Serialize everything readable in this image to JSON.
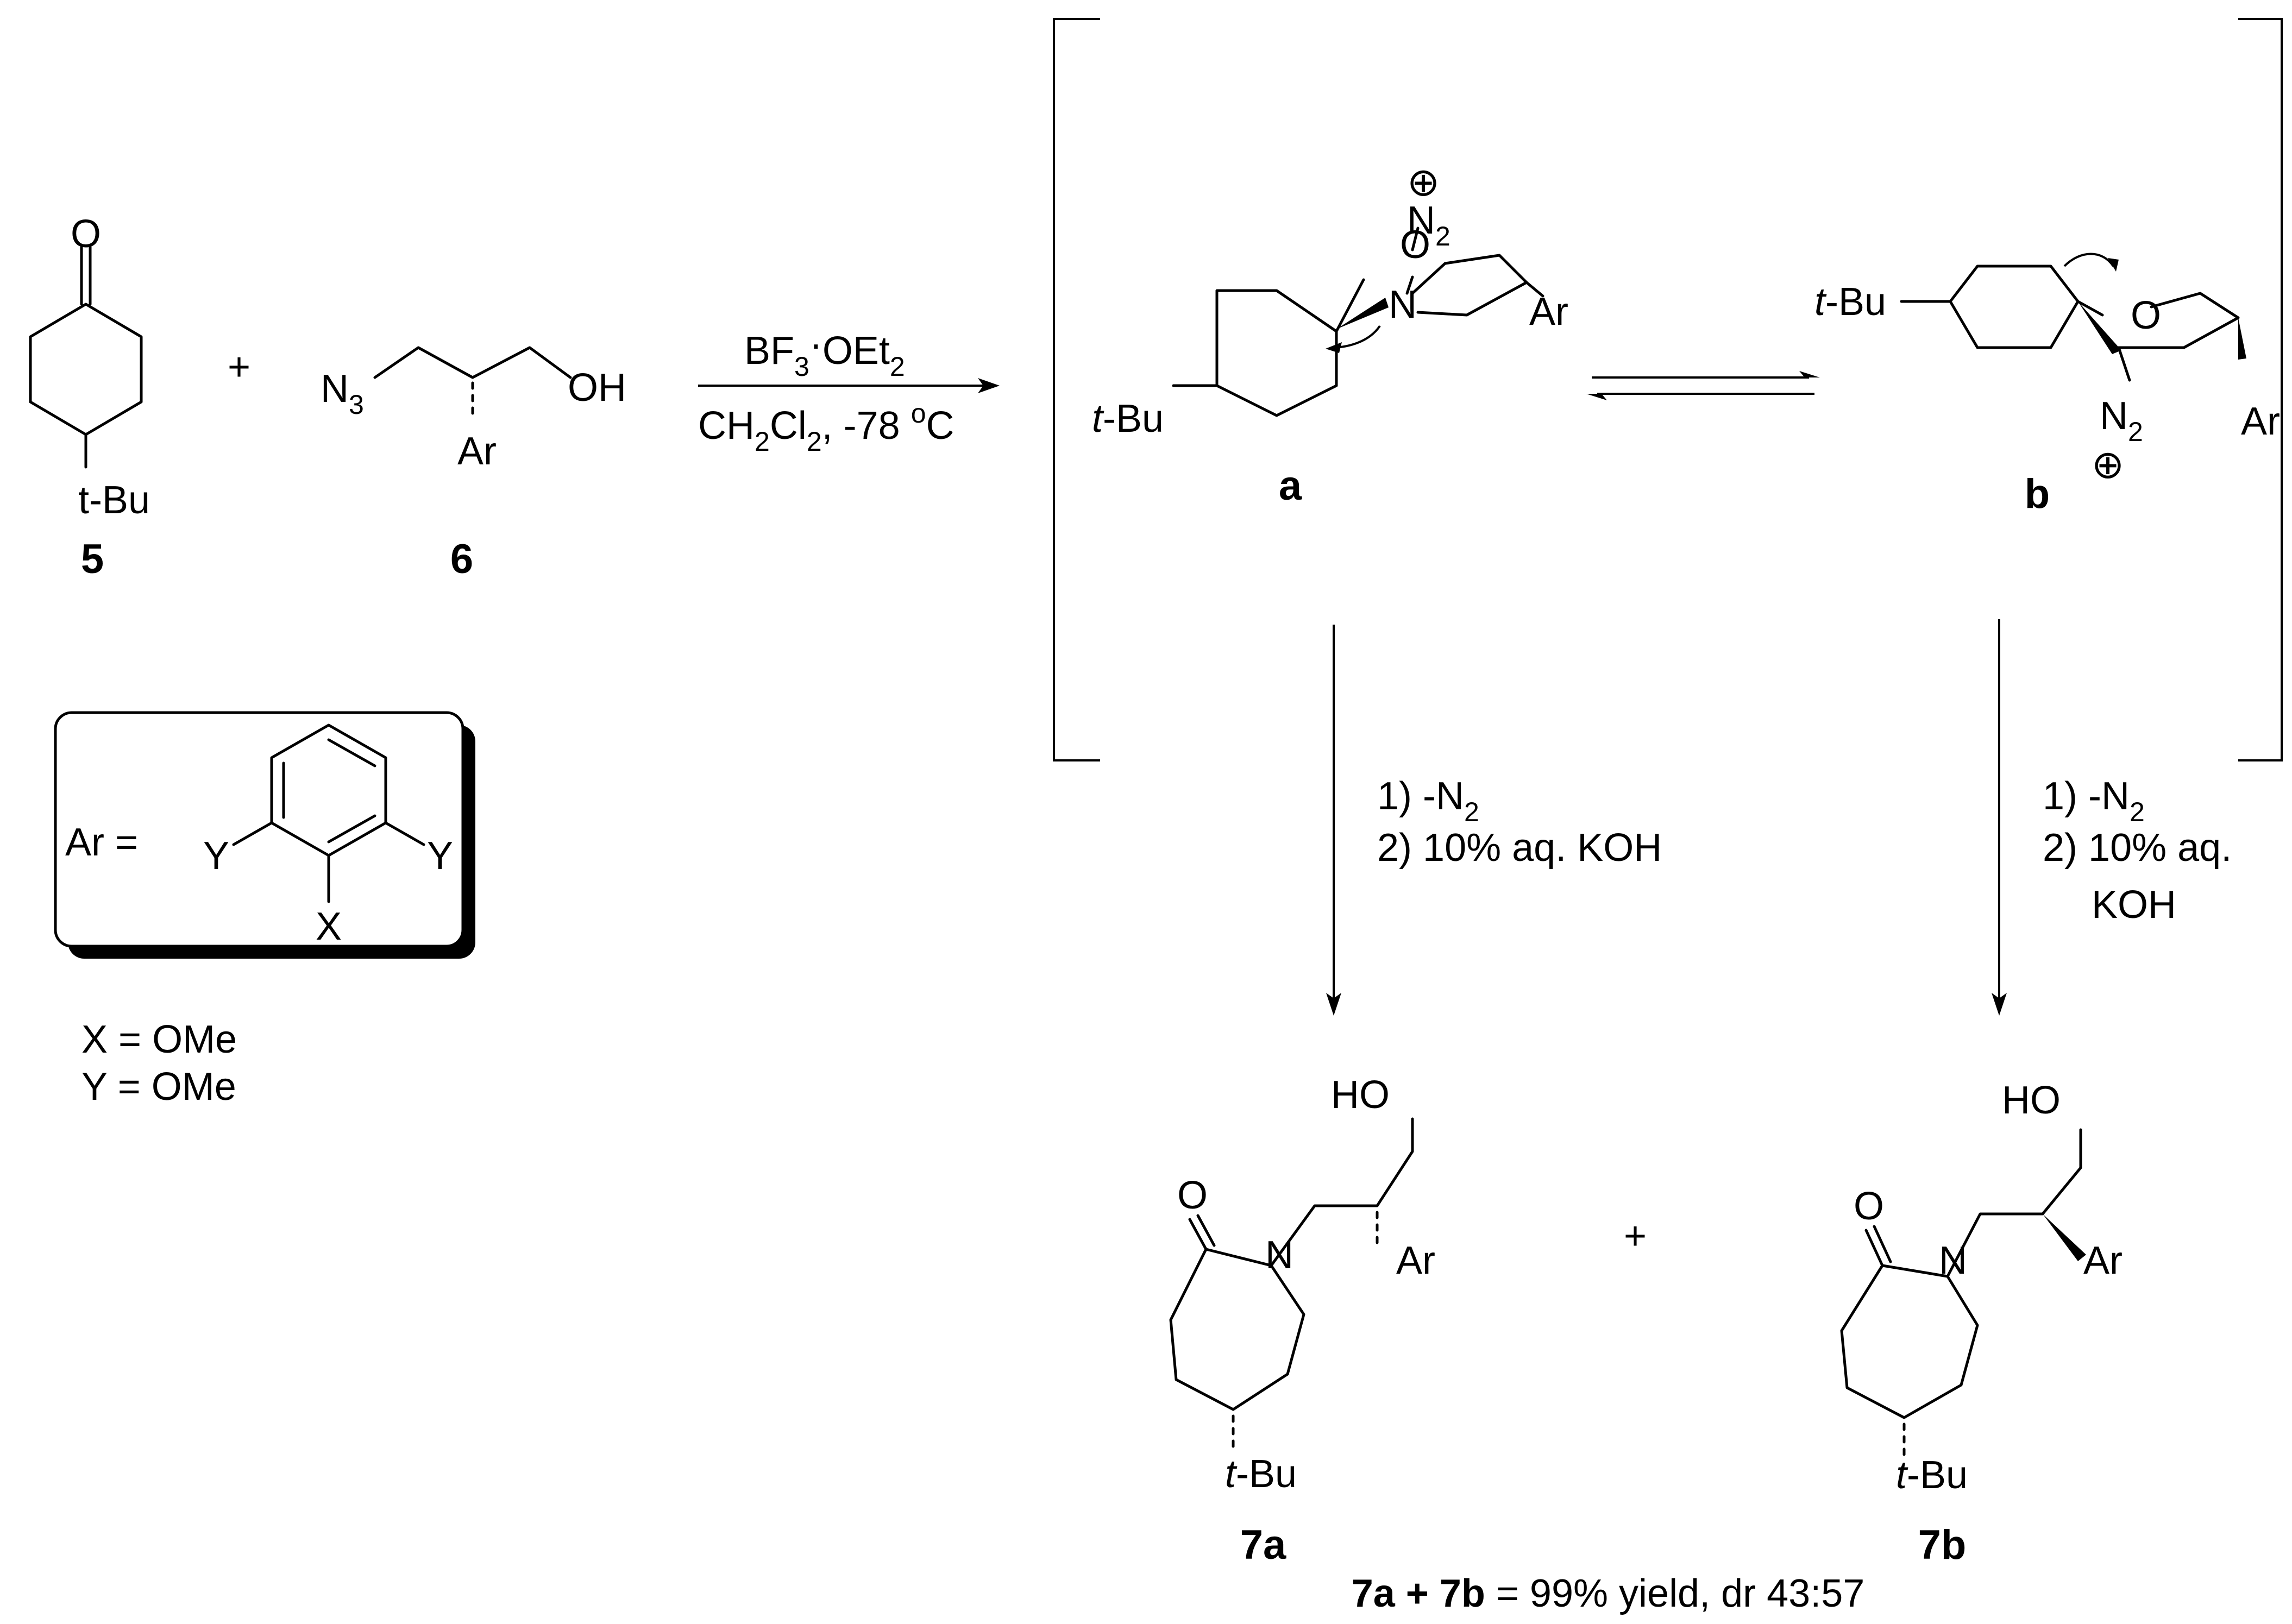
{
  "reactants": {
    "ketone": {
      "oxygen": "O",
      "substituent": "t-Bu",
      "number": "5"
    },
    "plus_sign": "+",
    "azido_alcohol": {
      "azide": "N",
      "azide_sub": "3",
      "hydroxyl": "OH",
      "aryl": "Ar",
      "number": "6"
    }
  },
  "conditions_step1": {
    "reagent_main": "BF",
    "reagent_sub1": "3",
    "reagent_dot": "·",
    "reagent_tail": "OEt",
    "reagent_sub2": "2",
    "solvent_a": "CH",
    "solvent_sub1": "2",
    "solvent_b": "Cl",
    "solvent_sub2": "2",
    "solvent_c": ", -78 ",
    "temp_sup": "o",
    "temp_unit": "C"
  },
  "aryl_definition": {
    "label": "Ar =",
    "y_left": "Y",
    "y_right": "Y",
    "x_sub": "X",
    "x_def": "X = OMe",
    "y_def": "Y = OMe"
  },
  "intermediate_a": {
    "charge": "⊕",
    "n2": "N",
    "n2_sub": "2",
    "oxygen": "O",
    "nitrogen": "N",
    "aryl": "Ar",
    "substituent_italic": "t",
    "substituent_rest": "-Bu",
    "label": "a"
  },
  "intermediate_b": {
    "substituent_italic": "t",
    "substituent_rest": "-Bu",
    "oxygen": "O",
    "n2": "N",
    "n2_sub": "2",
    "charge": "⊕",
    "aryl": "Ar",
    "label": "b"
  },
  "conditions_step2_left": {
    "line1_a": "1) -N",
    "line1_sub": "2",
    "line2": "2) 10% aq. KOH"
  },
  "conditions_step2_right": {
    "line1_a": "1) -N",
    "line1_sub": "2",
    "line2": "2) 10% aq.",
    "line3": "KOH"
  },
  "product_7a": {
    "hydroxyl": "HO",
    "oxygen": "O",
    "nitrogen": "N",
    "aryl": "Ar",
    "substituent_italic": "t",
    "substituent_rest": "-Bu",
    "label": "7a"
  },
  "products_plus": "+",
  "product_7b": {
    "hydroxyl": "HO",
    "oxygen": "O",
    "nitrogen": "N",
    "aryl": "Ar",
    "substituent_italic": "t",
    "substituent_rest": "-Bu",
    "label": "7b"
  },
  "result": {
    "bold_part": "7a + 7b",
    "rest": " = 99% yield, dr 43:57"
  }
}
